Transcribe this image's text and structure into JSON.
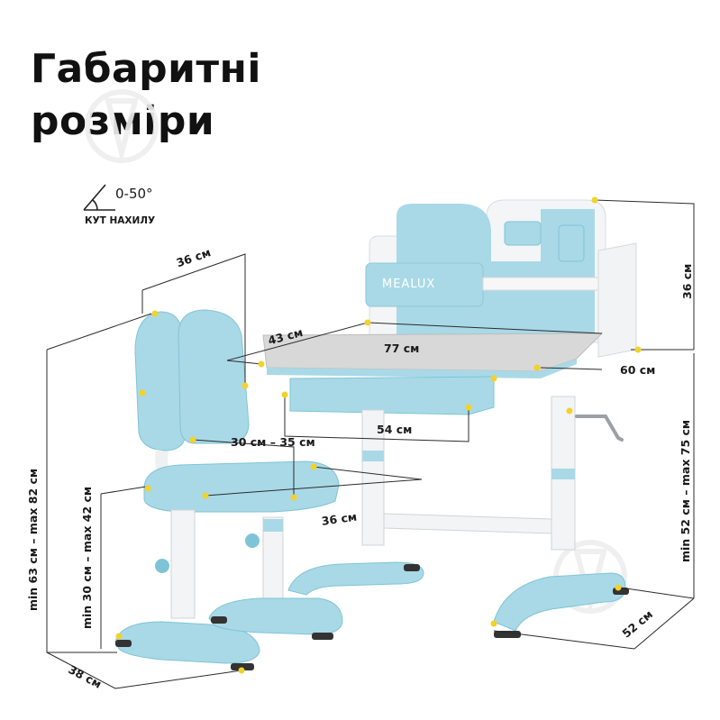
{
  "title": {
    "line1": "Габаритні",
    "line2": "розміри"
  },
  "tilt": {
    "angle": "0-50°",
    "label": "КУТ НАХИЛУ"
  },
  "brand": {
    "logo_text": "MEALUX"
  },
  "colors": {
    "blue": "#a9d9e6",
    "blue_dark": "#7fc4d6",
    "white": "#f4f6f7",
    "grey_top": "#d9d9d9",
    "marker": "#f2d22b",
    "line": "#2b2b2b"
  },
  "dimensions": {
    "chair_back_width": "36 см",
    "desk_depth_left": "43 см",
    "desk_width": "77 см",
    "desk_depth_right": "60 см",
    "superstructure_height": "36 см",
    "drawer_width": "54 см",
    "seat_depth_range": "30 см – 35 см",
    "seat_width": "36 см",
    "chair_height_range": "min 63 см – max 82 см",
    "seat_height_range": "min 30 см – max 42 см",
    "desk_height_range": "min 52 см – max 75 см",
    "chair_base": "38 см",
    "desk_base": "52 см"
  }
}
